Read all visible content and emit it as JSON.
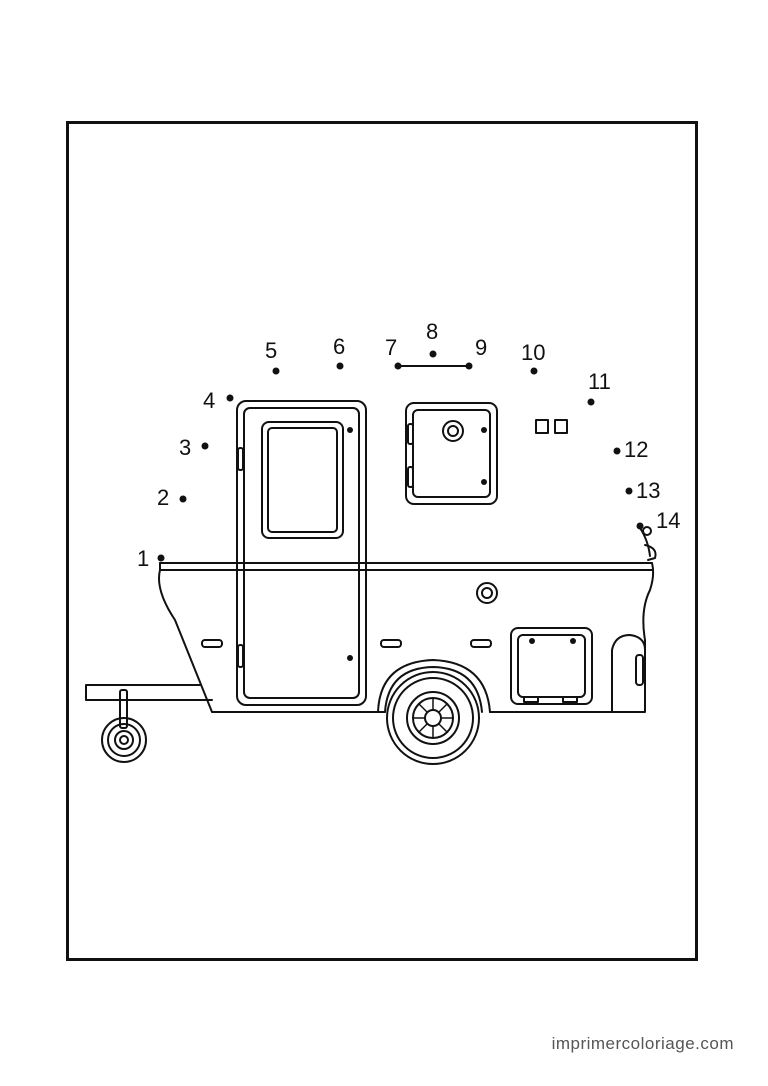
{
  "activity": "dot-to-dot coloring page",
  "subject": "camper trailer",
  "dots": [
    {
      "n": "1"
    },
    {
      "n": "2"
    },
    {
      "n": "3"
    },
    {
      "n": "4"
    },
    {
      "n": "5"
    },
    {
      "n": "6"
    },
    {
      "n": "7"
    },
    {
      "n": "8"
    },
    {
      "n": "9"
    },
    {
      "n": "10"
    },
    {
      "n": "11"
    },
    {
      "n": "12"
    },
    {
      "n": "13"
    },
    {
      "n": "14"
    }
  ],
  "credit": "imprimercoloriage.com",
  "colors": {
    "ink": "#111111",
    "paper": "#ffffff",
    "credit": "#555555"
  }
}
